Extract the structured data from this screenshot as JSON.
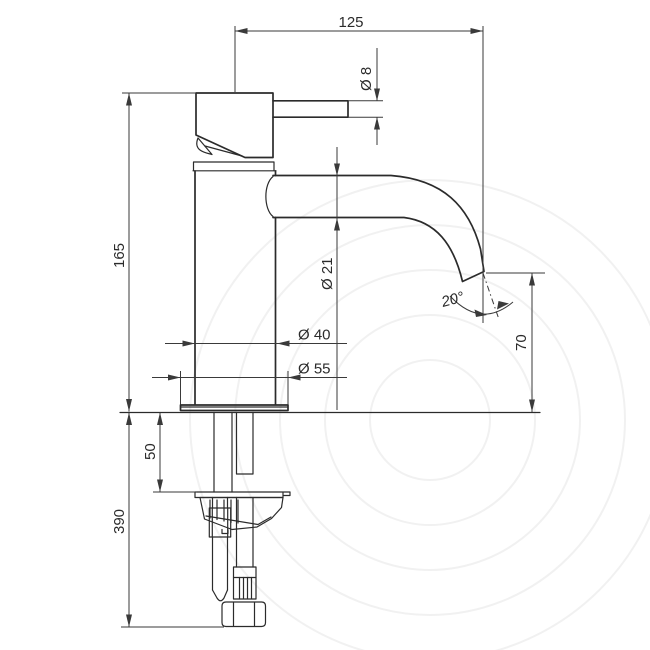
{
  "drawing": {
    "type": "technical-dimension-drawing",
    "subject": "single-lever basin mixer faucet, side view",
    "colors": {
      "line": "#2b2b2b",
      "dimension_line": "#3a3a3a",
      "watermark": "#f1f1f1",
      "background": "#ffffff"
    }
  },
  "dims": {
    "width": "125",
    "handle_dia": "Ø 8",
    "height": "165",
    "spout_dia": "Ø 21",
    "angle": "20°",
    "spout_height": "70",
    "body_dia": "Ø 40",
    "base_dia": "Ø 55",
    "deck": "50",
    "under": "390"
  }
}
